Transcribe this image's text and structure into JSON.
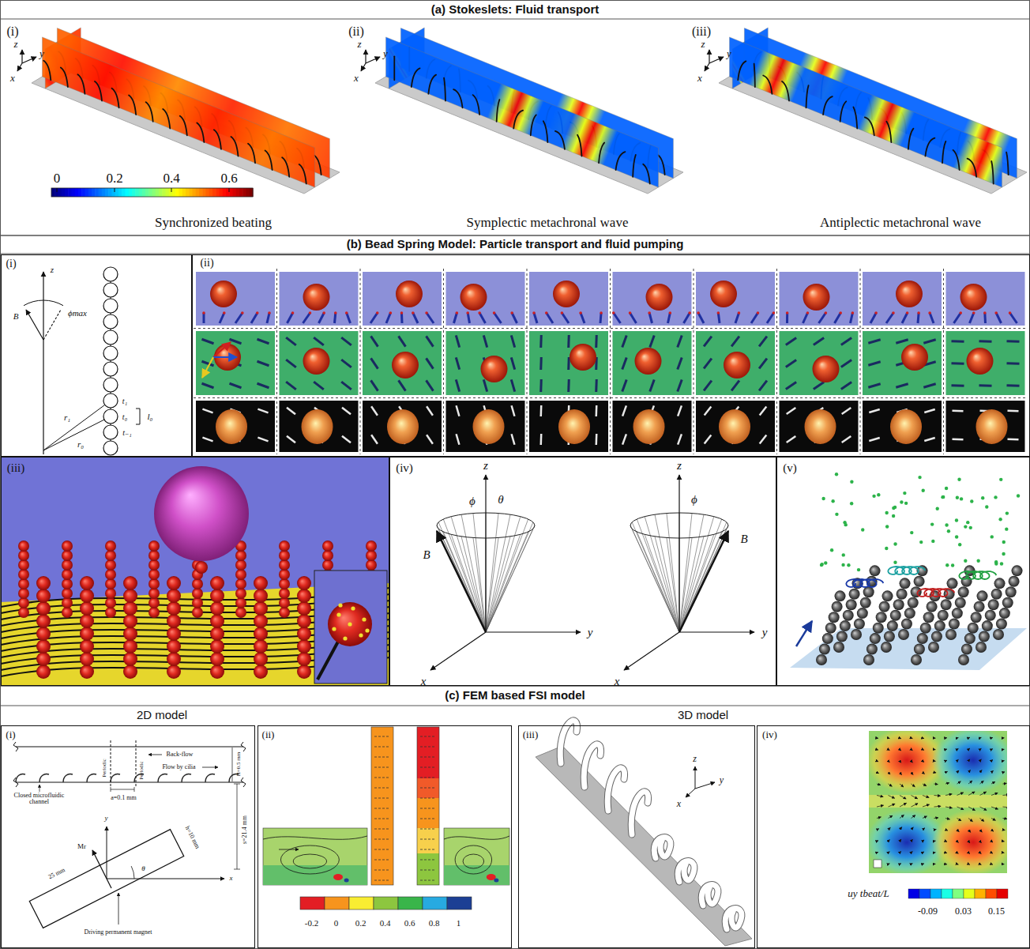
{
  "diagram": {
    "nodes": [
      {
        "text": [
          "(a) Stokeslets: Fluid transport"
        ]
      },
      {
        "text": [
          "(i)",
          "z",
          "y",
          "x",
          "0",
          "0.2",
          "0.4",
          "0.6",
          "Synchronized beating"
        ],
        "in": 0
      },
      {
        "text": [
          "(ii)",
          "z",
          "y",
          "x",
          "Symplectic metachronal wave"
        ],
        "in": 0
      },
      {
        "text": [
          "(iii)",
          "z",
          "y",
          "x",
          "Antiplectic metachronal wave"
        ],
        "in": 0
      },
      {
        "text": [
          "(b) Bead Spring Model: Particle transport and fluid pumping"
        ]
      },
      {
        "text": [
          "(i)",
          "z",
          "B",
          "ϕmax",
          "r₁",
          "r₀",
          "t₁",
          "t₀",
          "t₋₁",
          "l₀"
        ],
        "in": 4
      },
      {
        "text": [
          "(ii)"
        ],
        "in": 4
      },
      {
        "text": [
          "(iii)"
        ],
        "in": 4
      },
      {
        "text": [
          "(iv)",
          "z",
          "θ",
          "ϕ",
          "B",
          "y",
          "x",
          "z",
          "ϕ",
          "B",
          "y",
          "x"
        ],
        "in": 4
      },
      {
        "text": [
          "(v)"
        ],
        "in": 4
      },
      {
        "text": [
          "(c) FEM based FSI model",
          "2D model",
          "3D model"
        ]
      },
      {
        "text": [
          "(i)",
          "Back-flow",
          "Periodic",
          "Periodic",
          "Flow by cilia",
          "H=0.5 mm",
          "Closed microfluidic channel",
          "a=0.1 mm",
          "25 mm",
          "h=10 mm",
          "Mr",
          "θ",
          "y",
          "x",
          "s=21.4 mm",
          "Driving permanent magnet"
        ],
        "in": 10
      },
      {
        "text": [
          "(ii)",
          "-0.2",
          "0",
          "0.2",
          "0.4",
          "0.6",
          "0.8",
          "1"
        ],
        "in": 10
      },
      {
        "text": [
          "(iii)",
          "z",
          "y",
          "x"
        ],
        "in": 10
      },
      {
        "text": [
          "(iv)",
          "uy tbeat/L",
          "-0.09",
          "0.03",
          "0.15"
        ],
        "in": 10
      }
    ]
  }
}
